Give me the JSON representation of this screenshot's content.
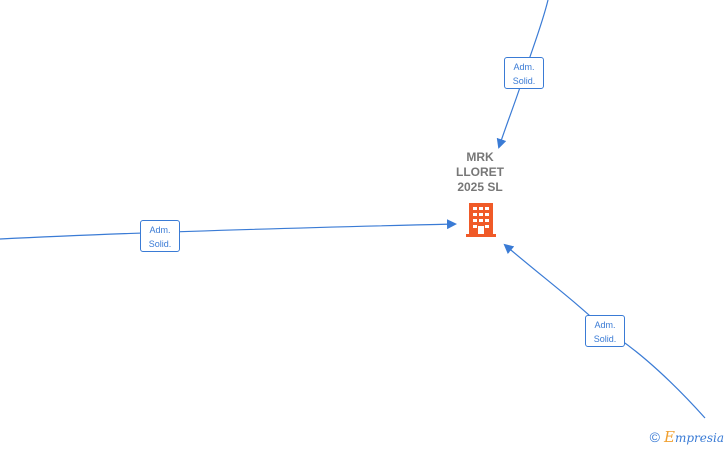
{
  "company": {
    "name": "MRK\nLLORET\n2025  SL",
    "icon": "building-icon",
    "icon_color": "#f05a28"
  },
  "relations": [
    {
      "role_line1": "Adm.",
      "role_line2": "Solid."
    },
    {
      "role_line1": "Adm.",
      "role_line2": "Solid."
    },
    {
      "role_line1": "Adm.",
      "role_line2": "Solid."
    }
  ],
  "colors": {
    "edge": "#3a7bd5",
    "label_text": "#777777"
  },
  "footer": {
    "copyright_symbol": "©",
    "brand_initial": "E",
    "brand_rest": "mpresia"
  }
}
